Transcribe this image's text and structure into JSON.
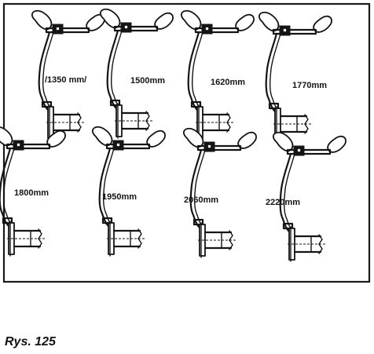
{
  "caption": "Rys. 125",
  "variants": [
    {
      "label": "/1350 mm/"
    },
    {
      "label": "1500mm"
    },
    {
      "label": "1620mm"
    },
    {
      "label": "1770mm"
    },
    {
      "label": "1800mm"
    },
    {
      "label": "1950mm"
    },
    {
      "label": "2060mm"
    },
    {
      "label": "2220mm"
    }
  ]
}
